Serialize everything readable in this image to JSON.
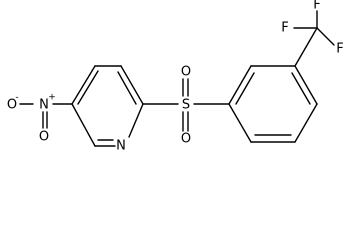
{
  "molecule": {
    "atoms": {
      "nitro_o_minus": "O",
      "nitro_o_minus_charge": "-",
      "nitro_n": "N",
      "nitro_n_charge": "+",
      "nitro_o_double": "O",
      "pyridine_n": "N",
      "sulfonyl_s": "S",
      "sulfonyl_o_top": "O",
      "sulfonyl_o_bottom": "O",
      "cf3_f_top": "F",
      "cf3_f_right": "F",
      "cf3_f_left": "F"
    }
  }
}
